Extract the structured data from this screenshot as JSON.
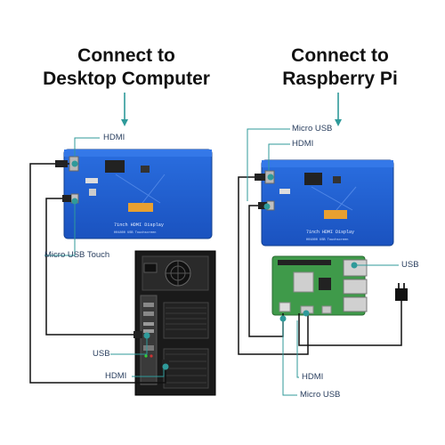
{
  "left": {
    "title_line1": "Connect to",
    "title_line2": "Desktop Computer",
    "board_text": "7inch HDMI Display",
    "board_subtext": "H04800 USB Touchscreen",
    "labels": {
      "hdmi_top": "HDMI",
      "micro_usb_touch": "Micro USB Touch",
      "usb": "USB",
      "hdmi_bottom": "HDMI"
    }
  },
  "right": {
    "title_line1": "Connect to",
    "title_line2": "Raspberry Pi",
    "board_text": "7inch HDMI Display",
    "board_subtext": "H04800 USB Touchscreen",
    "labels": {
      "micro_usb_top": "Micro USB",
      "hdmi_top": "HDMI",
      "usb": "USB",
      "hdmi_bottom": "HDMI",
      "micro_usb_bottom": "Micro USB"
    }
  },
  "colors": {
    "board_blue": "#1f5fd0",
    "pcb_green": "#3f9a4a",
    "leader_line": "#2f9a9a",
    "cable": "#111111"
  }
}
